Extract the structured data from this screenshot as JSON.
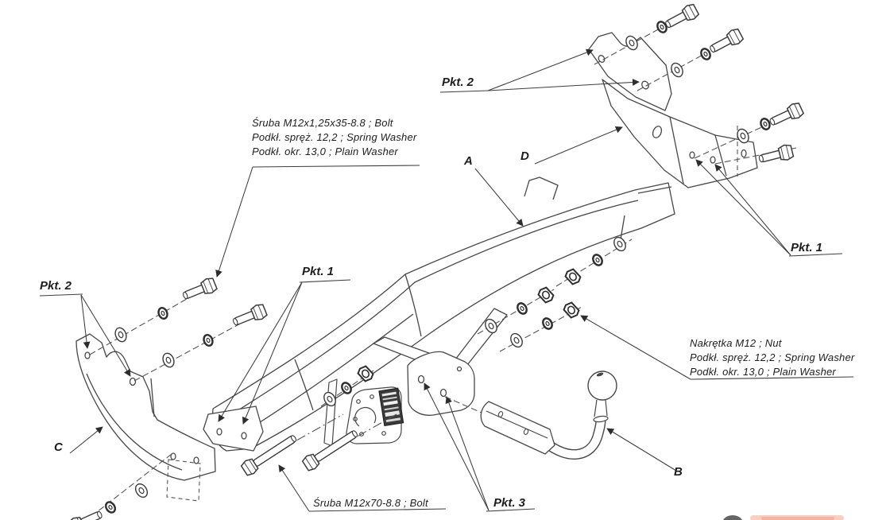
{
  "labels": {
    "pkt_1": "Pkt. 1",
    "pkt_2": "Pkt. 2",
    "pkt_3": "Pkt. 3",
    "part_a": "A",
    "part_b": "B",
    "part_c": "C",
    "part_d": "D"
  },
  "callouts": {
    "bolt_m12x35": {
      "line1": "Śruba M12x1,25x35-8.8 ;  Bolt",
      "line2": "Podkł. spręż. 12,2 ; Spring Washer",
      "line3": "Podkł. okr. 13,0 ; Plain Washer"
    },
    "nut_m12": {
      "line1": "Nakrętka  M12 ; Nut",
      "line2": "Podkł. spręż. 12,2 ; Spring Washer",
      "line3": "Podkł. okr. 13,0 ; Plain Washer"
    },
    "bolt_m12x70": {
      "line1": "Śruba M12x70-8.8 ;  Bolt"
    }
  },
  "colors": {
    "line": "#474747",
    "text": "#1d1d1d",
    "background": "#ffffff",
    "sticker": "#3b3b3b",
    "logo_accent": "#e8512b"
  }
}
